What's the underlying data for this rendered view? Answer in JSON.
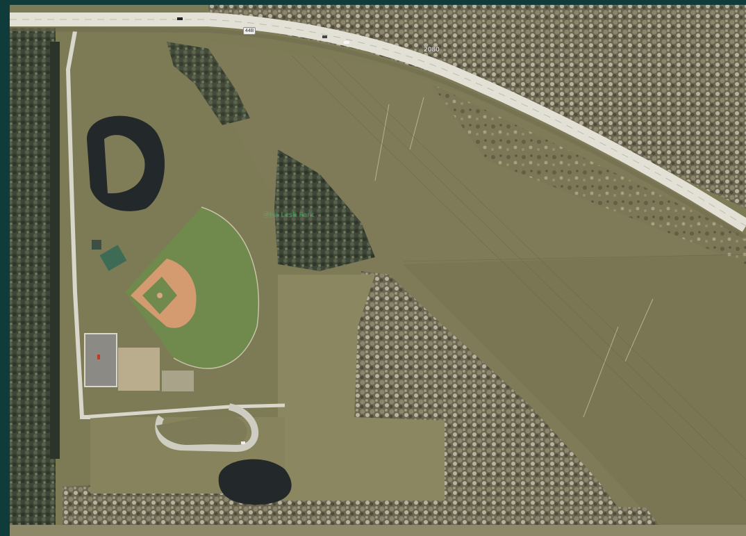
{
  "map": {
    "type": "satellite",
    "place_label": "Elva Lesh Park",
    "road_number_label": "2080",
    "route_shield_label": "44B"
  },
  "colors": {
    "frame": "#0f3b3b",
    "field_grass": "#7d7a56",
    "forest": "#5d5a45",
    "road": "#d9d7cc",
    "pond": "#23282a",
    "infield_dirt": "#d39b6f",
    "label_green": "#2f9a4a"
  }
}
